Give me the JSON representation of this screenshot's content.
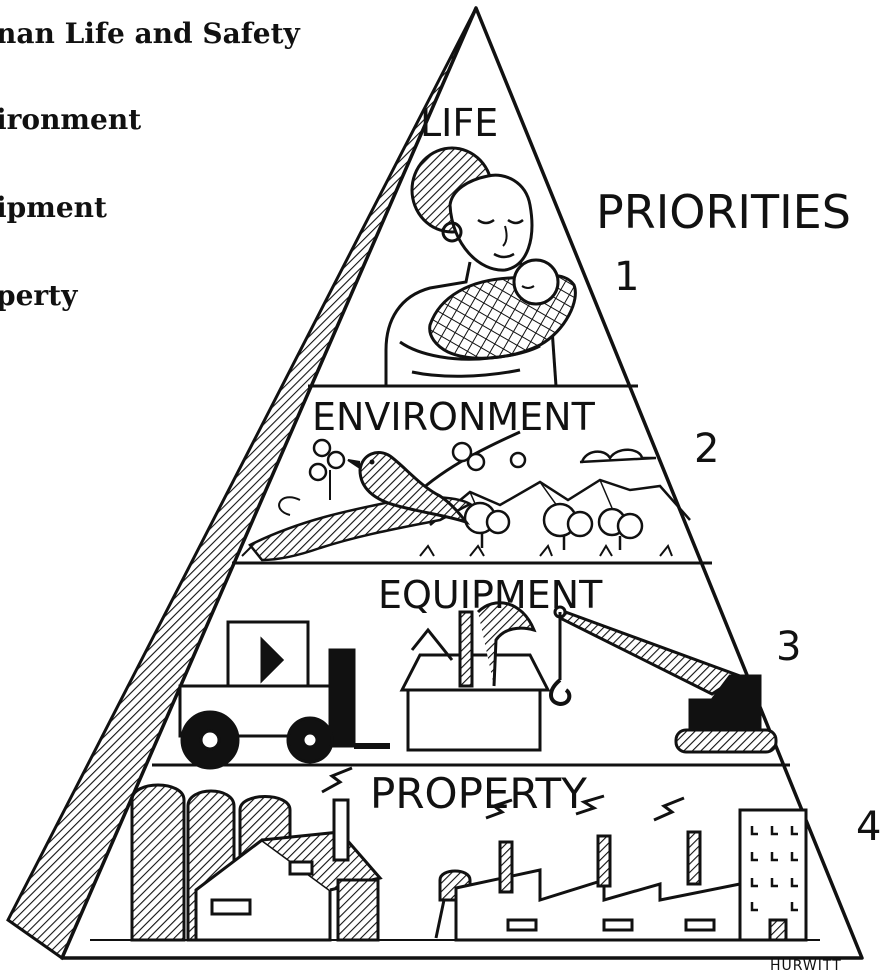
{
  "legend": [
    "nan Life and Safety",
    "ironment",
    "ipment",
    "perty"
  ],
  "heading": "PRIORITIES",
  "tiers": [
    {
      "label": "LIFE",
      "number": "1"
    },
    {
      "label": "ENVIRONMENT",
      "number": "2"
    },
    {
      "label": "EQUIPMENT",
      "number": "3"
    },
    {
      "label": "PROPERTY",
      "number": "4"
    }
  ],
  "signature": "HURWITT"
}
